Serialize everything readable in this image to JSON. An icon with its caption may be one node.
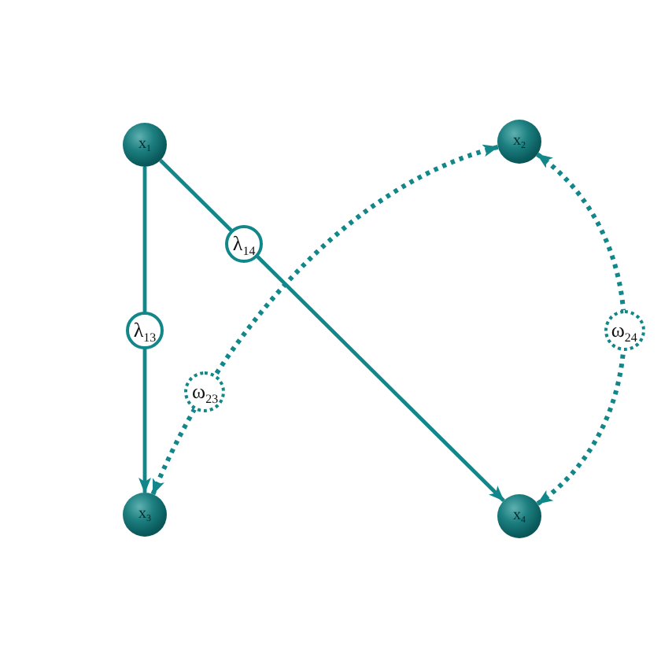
{
  "diagram": {
    "nodes": [
      {
        "text": [
          "x$_{1}$"
        ]
      },
      {
        "text": [
          "x$_{2}$"
        ]
      },
      {
        "text": [
          "x$_{3}$"
        ]
      },
      {
        "text": [
          "x$_{4}$"
        ]
      }
    ],
    "edges": [
      {
        "from": 0,
        "to": 2,
        "arrow": "to",
        "label": "λ$_{13}$"
      },
      {
        "from": 0,
        "to": 3,
        "arrow": "to",
        "label": "λ$_{14}$"
      },
      {
        "from": 1,
        "to": 2,
        "arrow": "both",
        "label": "ω$_{23}$",
        "style": "dashed"
      },
      {
        "from": 1,
        "to": 3,
        "arrow": "both",
        "label": "ω$_{24}$",
        "style": "dashed"
      }
    ]
  }
}
